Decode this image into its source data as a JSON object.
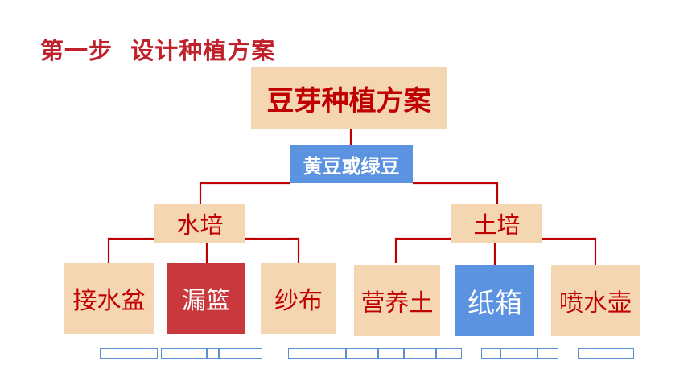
{
  "page_title": "第一步  设计种植方案",
  "diagram": {
    "root": "豆芽种植方案",
    "subject": "黄豆或绿豆",
    "methods": [
      {
        "label": "水培",
        "items": [
          "接水盆",
          "漏篮",
          "纱布"
        ]
      },
      {
        "label": "土培",
        "items": [
          "营养土",
          "纸箱",
          "喷水壶"
        ]
      }
    ]
  },
  "colors": {
    "title_red": "#c0202a",
    "box_fill": "#f5d6b3",
    "box_text": "#c00000",
    "highlight_blue": "#5b93e0",
    "highlight_red": "#c8383d",
    "connector": "#c00000"
  }
}
